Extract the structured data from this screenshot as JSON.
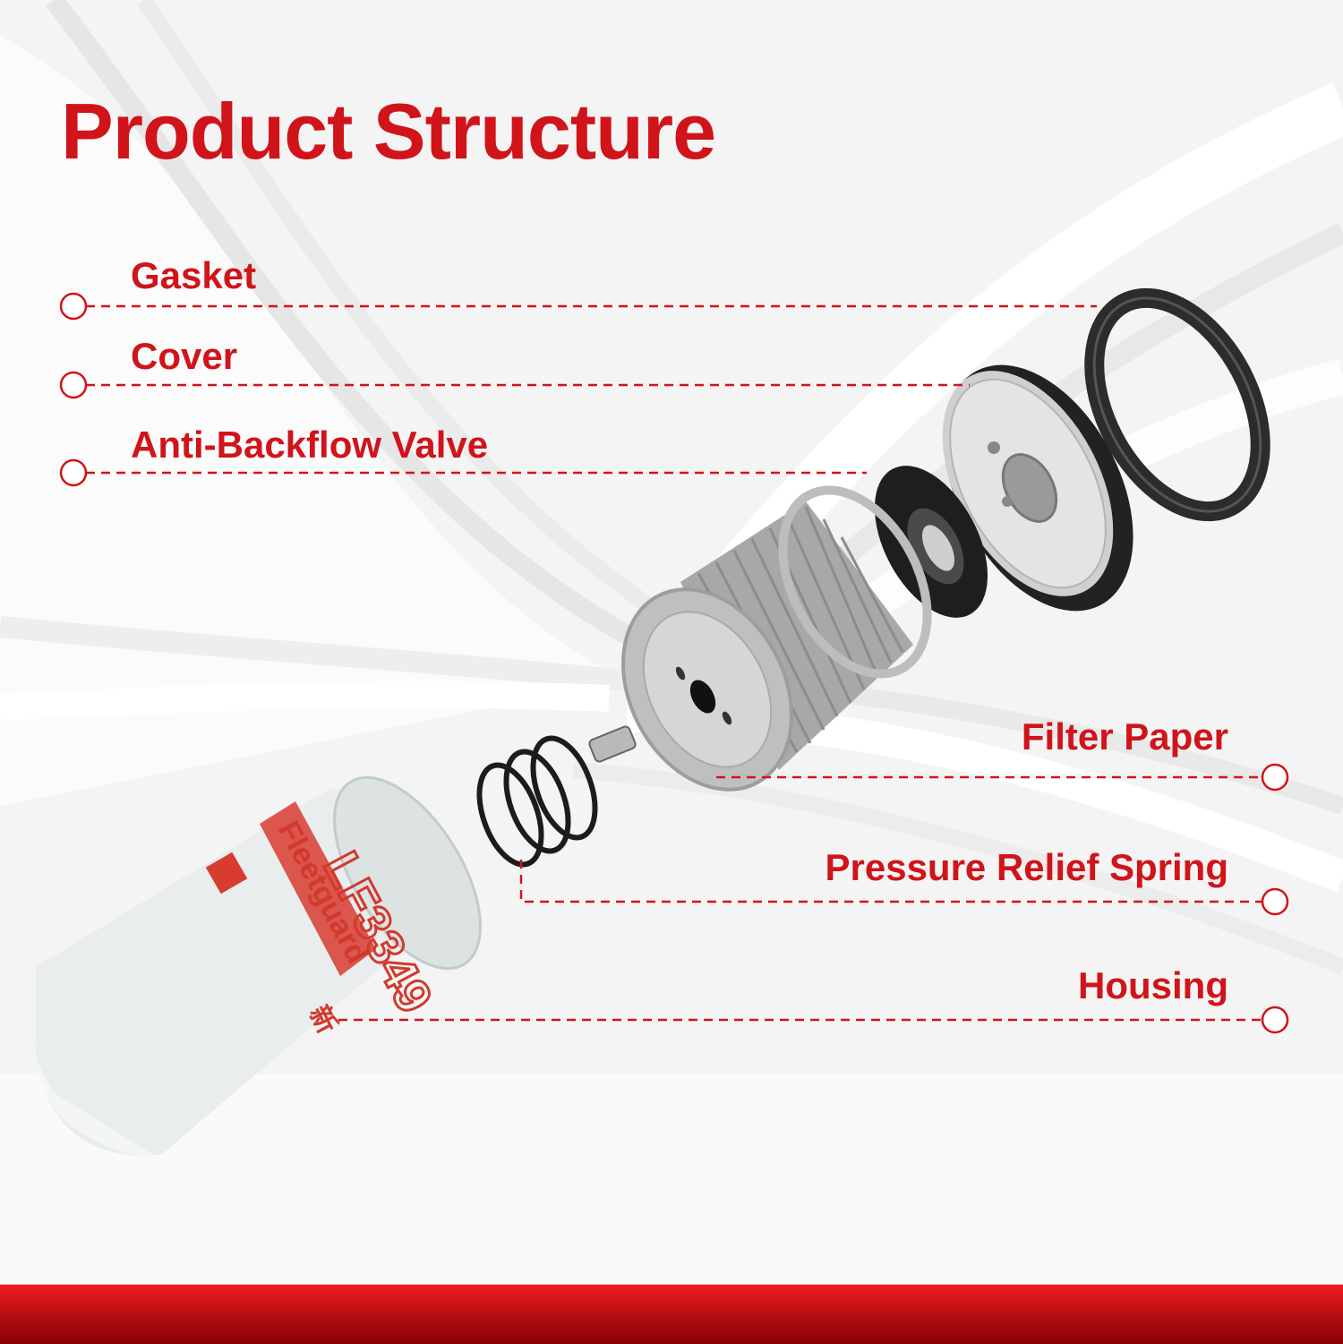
{
  "title": "Product Structure",
  "colors": {
    "accent": "#d0141a",
    "footer_top": "#ee1c21",
    "footer_bottom": "#8a0205",
    "background": "#f6f6f6"
  },
  "labels_left": [
    {
      "id": "gasket",
      "text": "Gasket"
    },
    {
      "id": "cover",
      "text": "Cover"
    },
    {
      "id": "anti-backflow-valve",
      "text": "Anti-Backflow Valve"
    }
  ],
  "labels_right": [
    {
      "id": "filter-paper",
      "text": "Filter Paper"
    },
    {
      "id": "pressure-relief-spring",
      "text": "Pressure Relief Spring"
    },
    {
      "id": "housing",
      "text": "Housing"
    }
  ],
  "product": {
    "brand": "Fleetguard",
    "model": "LF3349",
    "model_small": "LF3349",
    "badge": "新"
  }
}
